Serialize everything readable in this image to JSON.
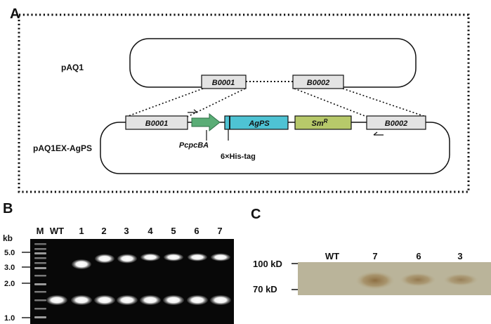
{
  "panel_a": {
    "label": "A",
    "plasmid_top": "pAQ1",
    "plasmid_bottom": "pAQ1EX-AgPS",
    "top_boxes": {
      "left": "B0001",
      "right": "B0002"
    },
    "construct": {
      "b0001": "B0001",
      "promoter": "PcpcBA",
      "tag": "6×His-tag",
      "agps": "AgPS",
      "sm_base": "Sm",
      "sm_sup": "R",
      "b0002": "B0002"
    },
    "colors": {
      "agps_fill": "#4ec3d4",
      "sm_fill": "#b7c96a",
      "promoter_fill": "#5aad76",
      "box_fill": "#e3e3e3"
    }
  },
  "panel_b": {
    "label": "B",
    "unit": "kb",
    "lane_labels": [
      "M",
      "WT",
      "1",
      "2",
      "3",
      "4",
      "5",
      "6",
      "7"
    ],
    "ladder_labels": [
      "5.0",
      "3.0",
      "2.0",
      "1.0"
    ]
  },
  "panel_c": {
    "label": "C",
    "lane_labels": [
      "WT",
      "7",
      "6",
      "3"
    ],
    "markers": [
      "100 kD",
      "70 kD"
    ]
  }
}
